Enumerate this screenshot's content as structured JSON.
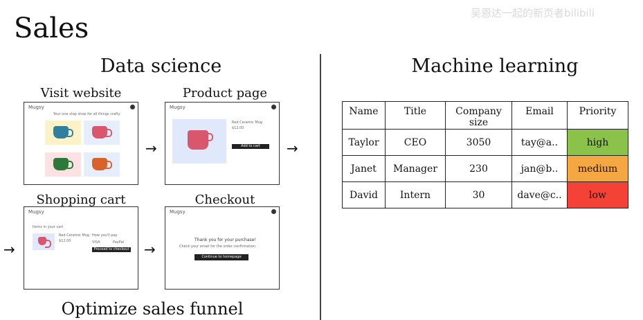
{
  "title": "Sales",
  "watermark": "吴恩达一起的新页者bilibili",
  "left": {
    "heading": "Data science",
    "steps": [
      "Visit website",
      "Product page",
      "Shopping cart",
      "Checkout"
    ],
    "footer": "Optimize sales funnel",
    "arrow": "→",
    "shots": {
      "brand": "Mugsy",
      "visit_tagline": "Your one stop shop for all things crafty",
      "product_name": "Red Ceramic Mug",
      "product_price": "$12.00",
      "add_to_cart": "Add to cart",
      "cart_heading": "Items in your cart",
      "cart_item": "Red Ceramic Mug",
      "cart_price": "$12.00",
      "pay_heading": "How you'll pay",
      "visa": "VISA",
      "paypal": "PayPal",
      "proceed": "Proceed to checkout",
      "thanks": "Thank you for your purchase!",
      "check_email": "Check your email for the order confirmation.",
      "continue": "Continue to homepage"
    }
  },
  "right": {
    "heading": "Machine learning",
    "columns": [
      "Name",
      "Title",
      "Company size",
      "Email",
      "Priority"
    ],
    "rows": [
      [
        "Taylor",
        "CEO",
        "3050",
        "tay@a..",
        "high"
      ],
      [
        "Janet",
        "Manager",
        "230",
        "jan@b..",
        "medium"
      ],
      [
        "David",
        "Intern",
        "30",
        "dave@c..",
        "low"
      ]
    ],
    "priority_colors": {
      "high": "#8bc34a",
      "medium": "#f5a742",
      "low": "#f44336"
    }
  }
}
